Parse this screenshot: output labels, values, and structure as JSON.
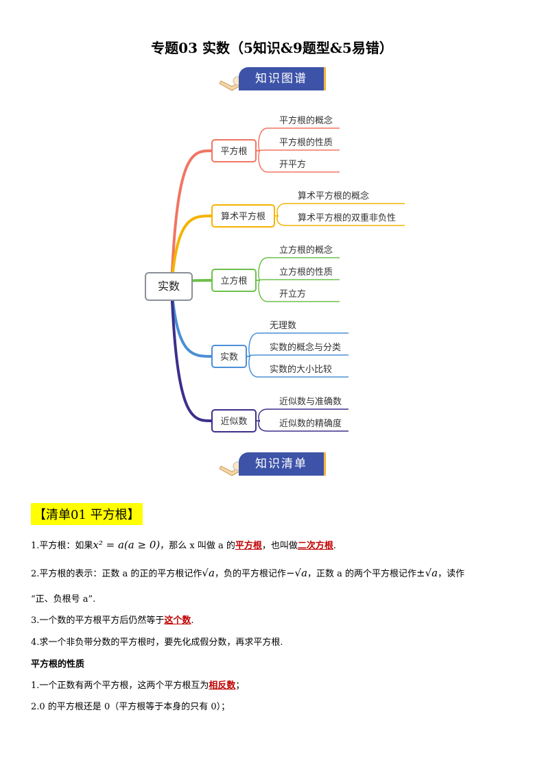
{
  "title": "专题03  实数（5知识&9题型&5易错）",
  "banner1": "知识图谱",
  "banner2": "知识清单",
  "mindmap": {
    "root": "实数",
    "branches": [
      {
        "label": "平方根",
        "color": "#f07562",
        "leaves": [
          "平方根的概念",
          "平方根的性质",
          "开平方"
        ]
      },
      {
        "label": "算术平方根",
        "color": "#f4b400",
        "leaves": [
          "算术平方根的概念",
          "算术平方根的双重非负性"
        ]
      },
      {
        "label": "立方根",
        "color": "#6cc04a",
        "leaves": [
          "立方根的概念",
          "立方根的性质",
          "开立方"
        ]
      },
      {
        "label": "实数",
        "color": "#4a8fd6",
        "leaves": [
          "无理数",
          "实数的概念与分类",
          "实数的大小比较"
        ]
      },
      {
        "label": "近似数",
        "color": "#3b2f8c",
        "leaves": [
          "近似数与准确数",
          "近似数的精确度"
        ]
      }
    ]
  },
  "section": {
    "heading": "【清单01  平方根】",
    "p1": {
      "a": "1.平方根：如果",
      "math": "x² = a(a ≥ 0)",
      "b": "，那么 x 叫做 a 的",
      "em1": "平方根",
      "c": "，也叫做",
      "em2": "二次方根",
      "d": "."
    },
    "p2": {
      "a": "2.平方根的表示：正数 a 的正的平方根记作",
      "m1": "√a",
      "b": "，负的平方根记作",
      "m2": "−√a",
      "c": "，正数 a 的两个平方根记作",
      "m3": "±√a",
      "d": "，读作"
    },
    "p2b": "“正、负根号 a”.",
    "p3": {
      "a": "3.一个数的平方根平方后仍然等于",
      "em": "这个数",
      "b": "."
    },
    "p4": "4.求一个非负带分数的平方根时，要先化成假分数，再求平方根.",
    "sub": "平方根的性质",
    "p5": {
      "a": "1.一个正数有两个平方根，这两个平方根互为",
      "em": "相反数",
      "b": "；"
    },
    "p6": "2.0 的平方根还是 0（平方根等于本身的只有 0）；"
  }
}
